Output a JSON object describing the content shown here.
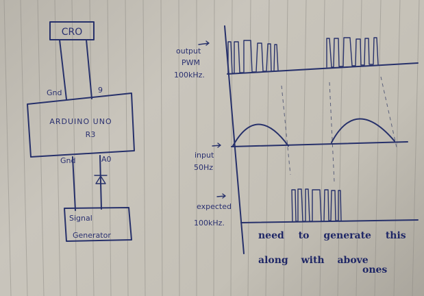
{
  "circuit": {
    "cro_label": "CRO",
    "arduino_label_line1": "ARDUINO UNO",
    "arduino_label_line2": "R3",
    "pin_gnd_top": "Gnd",
    "pin_9": "9",
    "pin_gnd_bottom": "Gnd",
    "pin_a0": "A0",
    "signal_generator_line1": "Signal",
    "signal_generator_line2": "Generator"
  },
  "waveforms": {
    "output_label": [
      "output",
      "PWM",
      "100kHz."
    ],
    "input_label": [
      "input",
      "50Hz"
    ],
    "expected_label": [
      "expected",
      "100kHz."
    ]
  },
  "note": {
    "line1": "need to generate this",
    "line2": "along with above",
    "line3": "ones"
  },
  "colors": {
    "ink": "#26306a",
    "paper": "#c4c0b6"
  }
}
